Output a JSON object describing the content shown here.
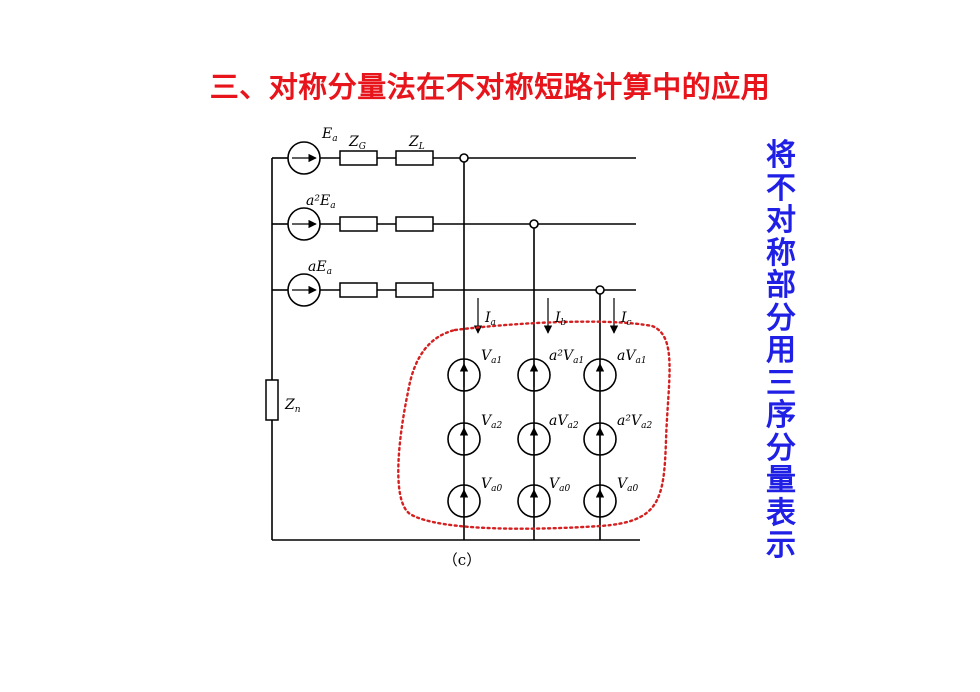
{
  "title": "三、对称分量法在不对称短路计算中的应用",
  "side_note": "将不对称部分用三序分量表示",
  "caption": "（c）",
  "colors": {
    "title": "#e8141b",
    "side_note": "#1f1fe6",
    "boundary": "#d42020"
  },
  "labels": {
    "zg": {
      "main": "Z",
      "sub": "G"
    },
    "zl": {
      "main": "Z",
      "sub": "L"
    },
    "zn": {
      "main": "Z",
      "sub": "n"
    },
    "ea": {
      "pre": "",
      "main": "E",
      "sub": "a"
    },
    "a2ea": {
      "pre": "a²",
      "main": "E",
      "sub": "a"
    },
    "aea": {
      "pre": "a",
      "main": "E",
      "sub": "a"
    },
    "ia": {
      "pre": "",
      "main": "I",
      "sub": "a"
    },
    "ib": {
      "pre": "",
      "main": "I",
      "sub": "b"
    },
    "ic": {
      "pre": "",
      "main": "I",
      "sub": "c"
    },
    "va1_a": {
      "pre": "",
      "main": "V",
      "sub": "a1"
    },
    "va1_b": {
      "pre": "a²",
      "main": "V",
      "sub": "a1"
    },
    "va1_c": {
      "pre": "a",
      "main": "V",
      "sub": "a1"
    },
    "va2_a": {
      "pre": "",
      "main": "V",
      "sub": "a2"
    },
    "va2_b": {
      "pre": "a",
      "main": "V",
      "sub": "a2"
    },
    "va2_c": {
      "pre": "a²",
      "main": "V",
      "sub": "a2"
    },
    "va0_a": {
      "pre": "",
      "main": "V",
      "sub": "a0"
    },
    "va0_b": {
      "pre": "",
      "main": "V",
      "sub": "a0"
    },
    "va0_c": {
      "pre": "",
      "main": "V",
      "sub": "a0"
    }
  }
}
